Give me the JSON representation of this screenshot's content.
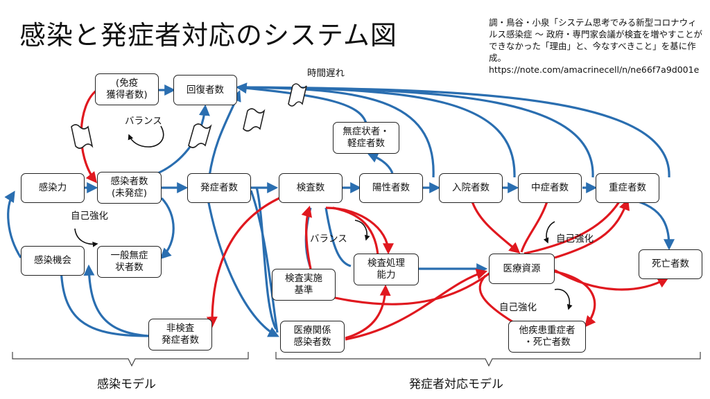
{
  "title": "感染と発症者対応のシステム図",
  "note": {
    "text": "調・鳥谷・小泉「システム思考でみる新型コロナウィルス感染症 〜 政府・専門家会議が検査を増やすことができなかった「理由」と、今なすべきこと」を基に作成。",
    "url": "https://note.com/amacrinecell/n/ne66f7a9d001e"
  },
  "nodes": {
    "immune": "(免疫\n獲得者数)",
    "recovered": "回復者数",
    "infectivity": "感染力",
    "infected": "感染者数\n(未発症)",
    "symptomatic": "発症者数",
    "opportunity": "感染機会",
    "mild_general": "一般無症\n状者数",
    "untested": "非検査\n発症者数",
    "tests": "検査数",
    "asymptomatic": "無症状者・\n軽症者数",
    "positive": "陽性者数",
    "hospitalized": "入院者数",
    "moderate": "中症者数",
    "severe": "重症者数",
    "criteria": "検査実施\n基準",
    "capacity": "検査処理\n能力",
    "medical": "医療資源",
    "deaths": "死亡者数",
    "staff_infected": "医療関係\n感染者数",
    "other_patients": "他疾患重症者\n・死亡者数"
  },
  "labels": {
    "balance_1": "バランス",
    "reinforce_1": "自己強化",
    "delay": "時間遅れ",
    "balance_2": "バランス",
    "reinforce_2": "自己強化",
    "reinforce_3": "自己強化"
  },
  "sections": {
    "infection_model": "感染モデル",
    "response_model": "発症者対応モデル"
  },
  "colors": {
    "blue": "#2a6eb0",
    "red": "#e0181f",
    "box_border": "#222222"
  }
}
